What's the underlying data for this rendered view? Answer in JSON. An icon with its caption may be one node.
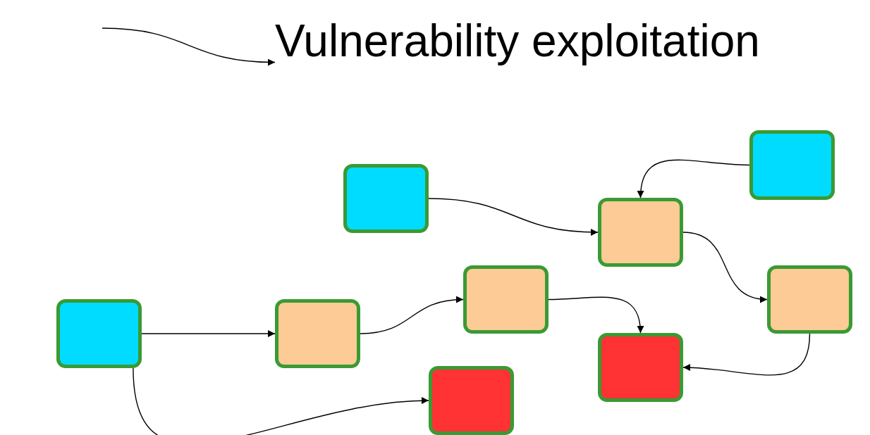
{
  "diagram": {
    "nodes": [
      {
        "text": [
          "Vulnerability exploitation"
        ]
      },
      {
        "text": [],
        "shape": "box"
      },
      {
        "text": [],
        "shape": "box"
      },
      {
        "text": [],
        "shape": "box"
      },
      {
        "text": [],
        "shape": "box"
      },
      {
        "text": [],
        "shape": "box"
      },
      {
        "text": [],
        "shape": "box"
      },
      {
        "text": [],
        "shape": "box"
      },
      {
        "text": [],
        "shape": "box"
      },
      {
        "text": [],
        "shape": "box"
      }
    ],
    "edges": [
      {
        "from": null,
        "to": 0,
        "arrow": "to"
      },
      {
        "from": 1,
        "to": 3,
        "arrow": "to"
      },
      {
        "from": 2,
        "to": 3,
        "arrow": "to"
      },
      {
        "from": 3,
        "to": 5,
        "arrow": "to"
      },
      {
        "from": 6,
        "to": 7,
        "arrow": "to"
      },
      {
        "from": 7,
        "to": 4,
        "arrow": "to"
      },
      {
        "from": 4,
        "to": 8,
        "arrow": "to"
      },
      {
        "from": 5,
        "to": 8,
        "arrow": "to"
      },
      {
        "from": 6,
        "to": 9,
        "arrow": "to"
      }
    ]
  }
}
